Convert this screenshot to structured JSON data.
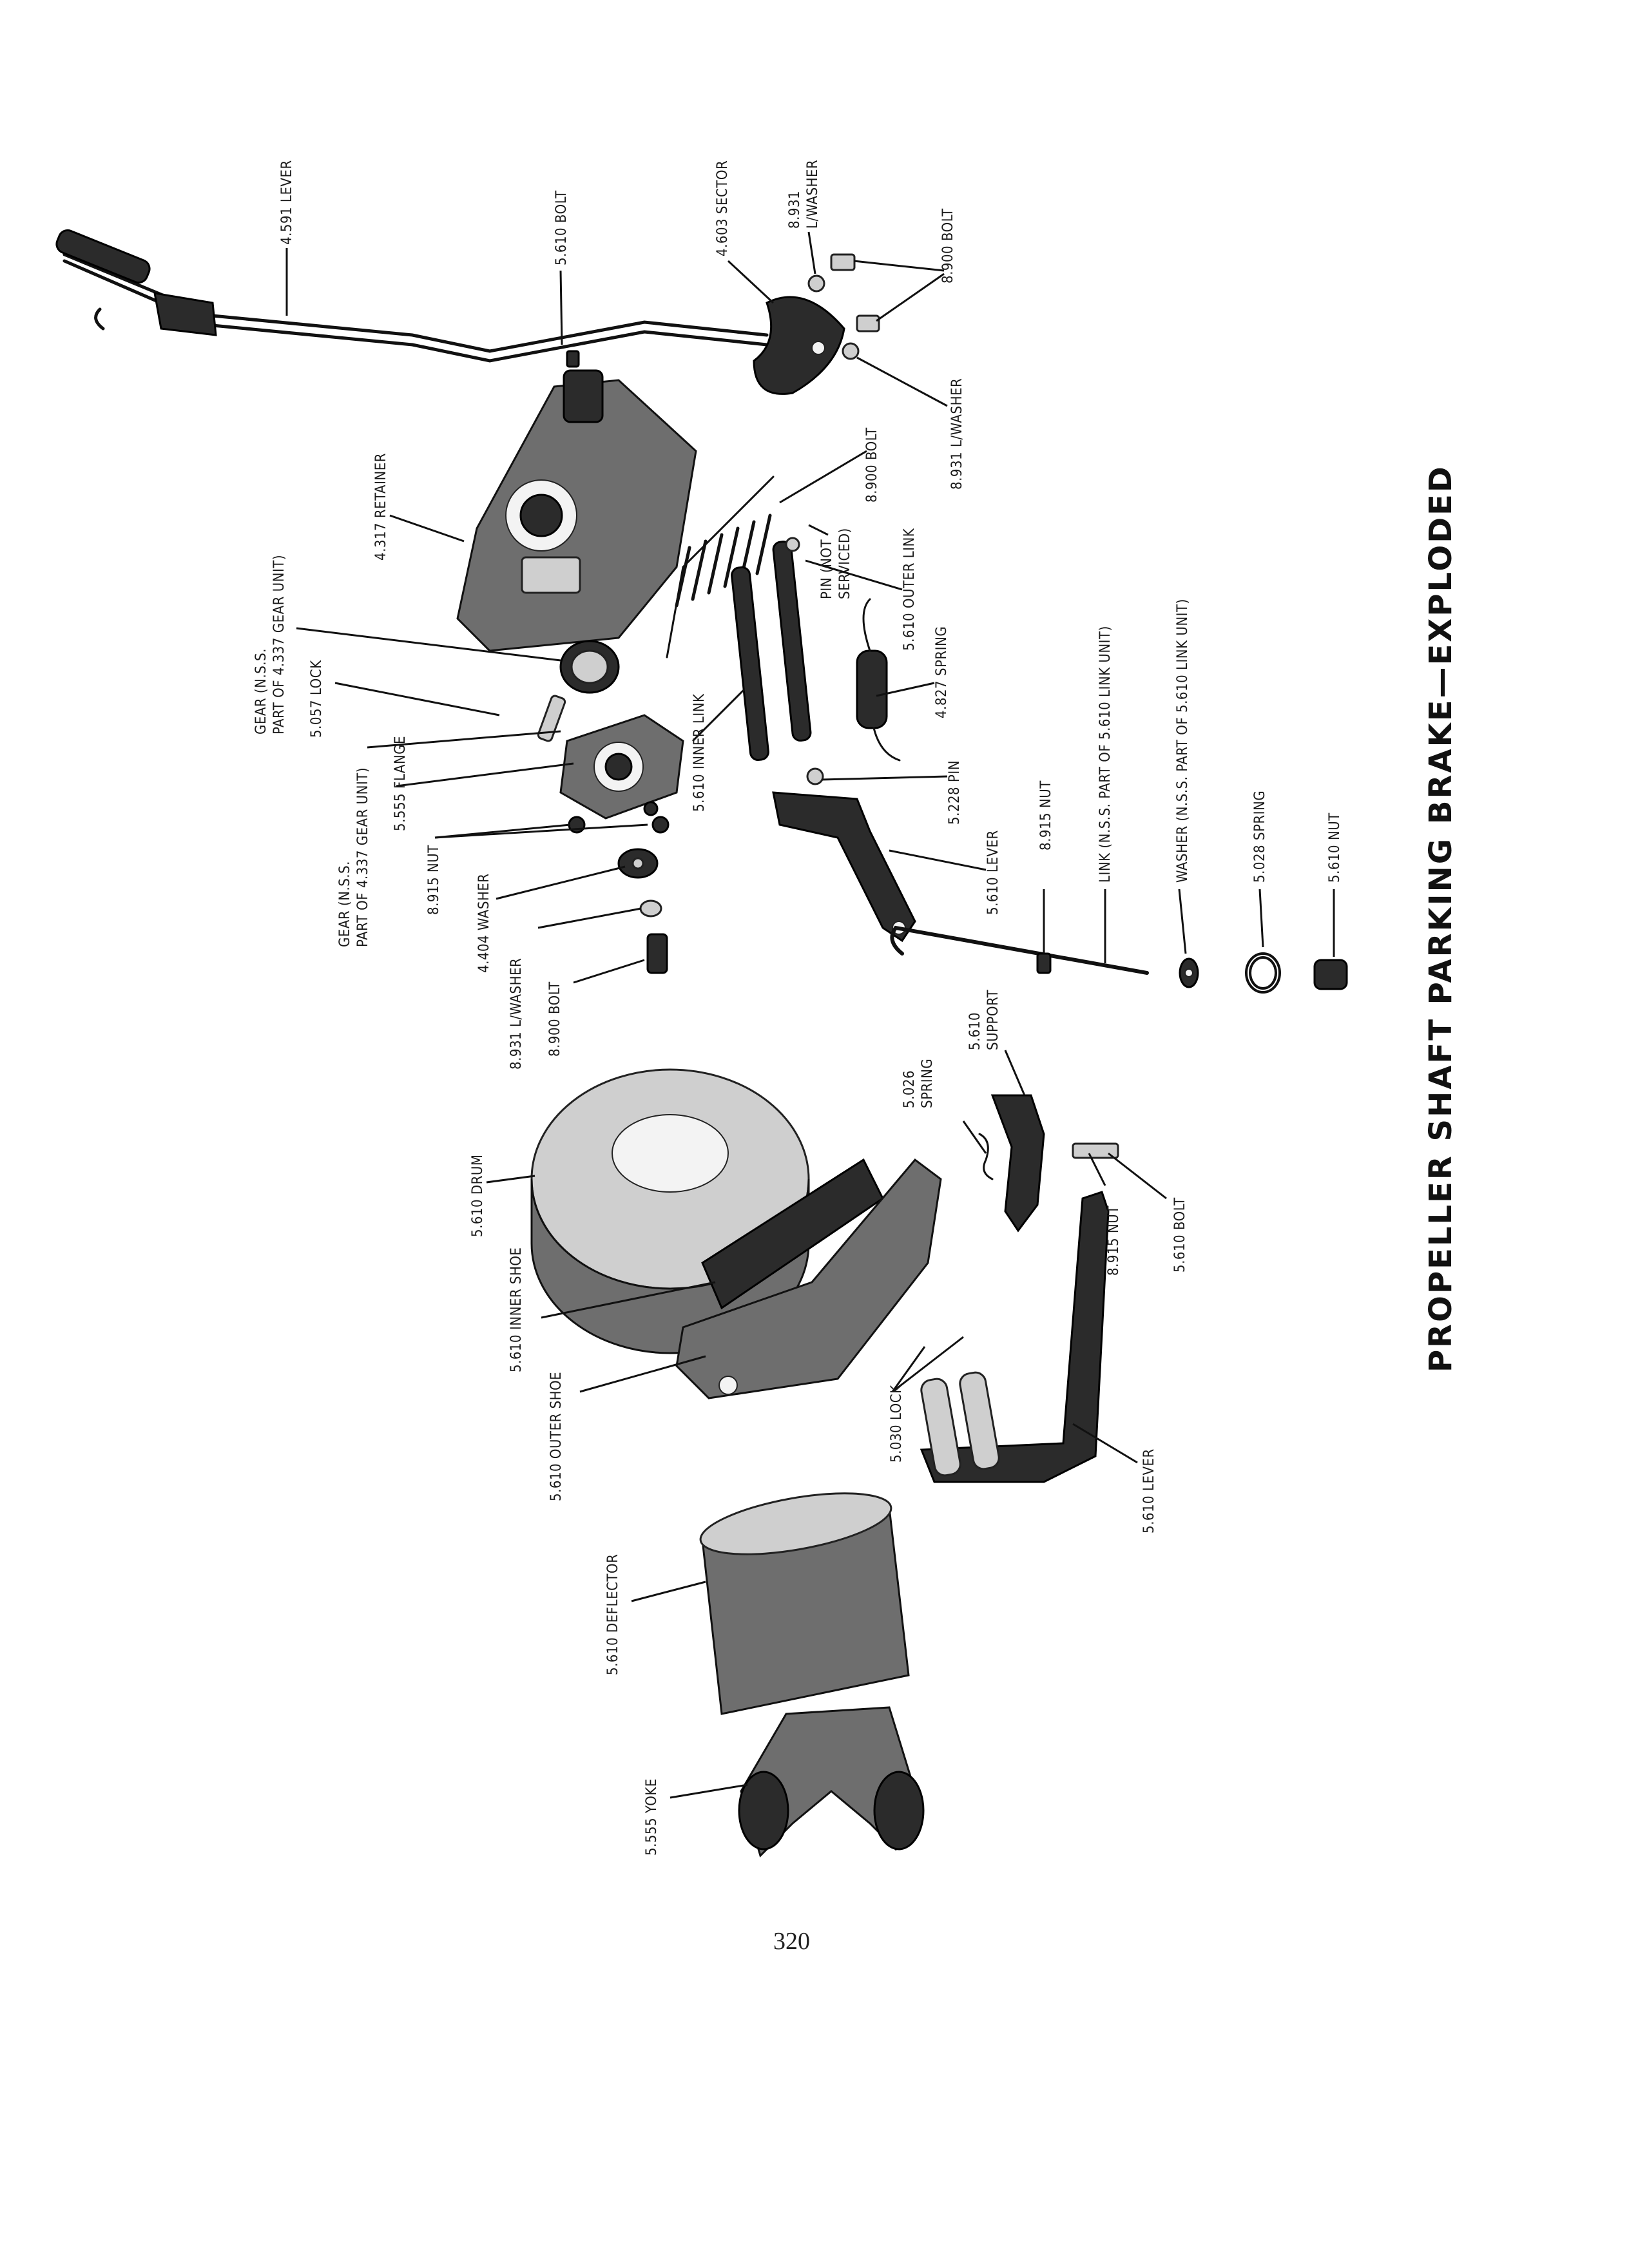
{
  "title": "PROPELLER SHAFT PARKING BRAKE—EXPLODED",
  "page_number": "320",
  "labels": {
    "lever_4591": "4.591 LEVER",
    "bolt_5610_top": "5.610 BOLT",
    "sector_4603": "4.603 SECTOR",
    "lwasher_8931_top_1": "8.931",
    "lwasher_8931_top_2": "L/WASHER",
    "bolt_8900_top": "8.900 BOLT",
    "lwasher_8931_right": "8.931 L/WASHER",
    "retainer_4317": "4.317 RETAINER",
    "gear_top_1": "GEAR (N.S.S.",
    "gear_top_2": "PART OF 4.337 GEAR UNIT)",
    "bolt_8900_mid": "8.900 BOLT",
    "pin_not_serviced_1": "PIN (NOT",
    "pin_not_serviced_2": "SERVICED)",
    "outer_link_5610": "5.610 OUTER LINK",
    "spring_4827": "4.827 SPRING",
    "lock_5057": "5.057 LOCK",
    "inner_link_5610": "5.610 INNER LINK",
    "pin_5228": "5.228 PIN",
    "flange_5555": "5.555 FLANGE",
    "gear_lower_1": "GEAR (N.S.S.",
    "gear_lower_2": "PART OF 4.337 GEAR UNIT)",
    "nut_8915_left": "8.915 NUT",
    "lever_5610_upper": "5.610 LEVER",
    "nut_8915_right": "8.915 NUT",
    "link_nss": "LINK (N.S.S. PART OF 5.610 LINK UNIT)",
    "washer_nss": "WASHER (N.S.S. PART OF 5.610 LINK UNIT)",
    "spring_5028": "5.028 SPRING",
    "nut_5610": "5.610 NUT",
    "washer_4404": "4.404 WASHER",
    "lwasher_8931_low": "8.931 L/WASHER",
    "bolt_8900_low": "8.900 BOLT",
    "support_5610_1": "5.610",
    "support_5610_2": "SUPPORT",
    "spring_5026_1": "5.026",
    "spring_5026_2": "SPRING",
    "drum_5610": "5.610 DRUM",
    "inner_shoe_5610": "5.610 INNER SHOE",
    "outer_shoe_5610": "5.610 OUTER SHOE",
    "nut_8915_low": "8.915 NUT",
    "bolt_5610_low": "5.610 BOLT",
    "lock_5030": "5.030 LOCK",
    "lever_5610_lower": "5.610 LEVER",
    "deflector_5610": "5.610 DEFLECTOR",
    "yoke_5555": "5.555 YOKE"
  }
}
